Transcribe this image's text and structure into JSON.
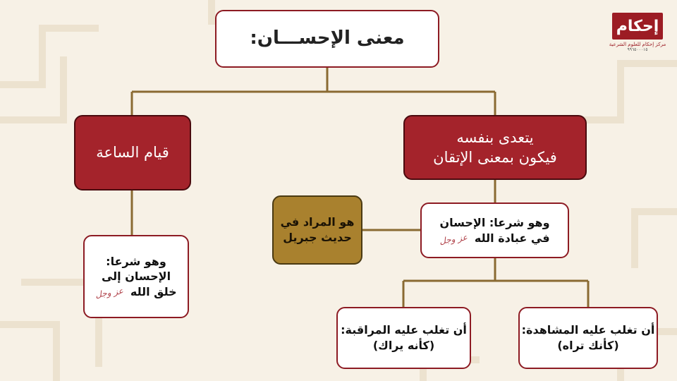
{
  "logo": {
    "name": "إحكام",
    "subtitle": "مركز إحكام للعلوم الشرعية",
    "phone": "٩٩٦٥٠٠٠١٥"
  },
  "honorific": "عز وجل",
  "nodes": {
    "root": {
      "title": "معنى الإحســـان:"
    },
    "right_branch": {
      "line1": "يتعدى بنفسه",
      "line2": "فيكون بمعنى الإتقان"
    },
    "left_branch": {
      "label": "قيام الساعة"
    },
    "left_detail": {
      "line1": "وهو شرعا:",
      "line2": "الإحسان إلى",
      "line3": "خلق الله"
    },
    "right_detail": {
      "line1": "وهو شرعا: الإحسان",
      "line2": "في عبادة الله"
    },
    "gold_note": {
      "line1": "هو المراد في",
      "line2": "حديث جبريل"
    },
    "observation": {
      "line1": "أن تغلب عليه المشاهدة:",
      "line2": "(كأنك تراه)"
    },
    "watchfulness": {
      "line1": "أن تغلب عليه المراقبة:",
      "line2": "(كأنه يراك)"
    }
  },
  "colors": {
    "background": "#f7f1e6",
    "primary_red": "#a4232b",
    "gold": "#a9812e",
    "connector": "#8a6a32"
  }
}
